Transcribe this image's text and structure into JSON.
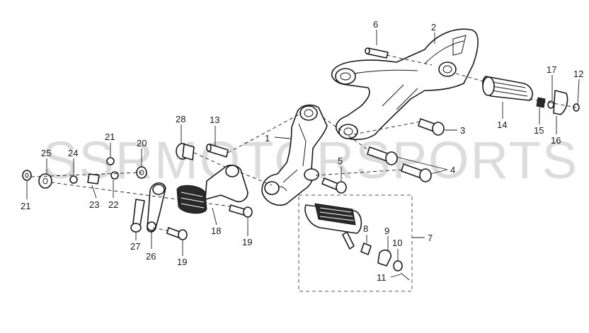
{
  "watermark": "SSRMOTORSPORTS",
  "callouts": {
    "c1": "1",
    "c2": "2",
    "c3": "3",
    "c4": "4",
    "c5": "5",
    "c6": "6",
    "c7": "7",
    "c8": "8",
    "c9": "9",
    "c10": "10",
    "c11": "11",
    "c12": "12",
    "c13": "13",
    "c14": "14",
    "c15": "15",
    "c16": "16",
    "c17": "17",
    "c18": "18",
    "c19a": "19",
    "c19b": "19",
    "c20": "20",
    "c21a": "21",
    "c21b": "21",
    "c22": "22",
    "c23": "23",
    "c24": "24",
    "c25": "25",
    "c26": "26",
    "c27": "27",
    "c28": "28"
  }
}
